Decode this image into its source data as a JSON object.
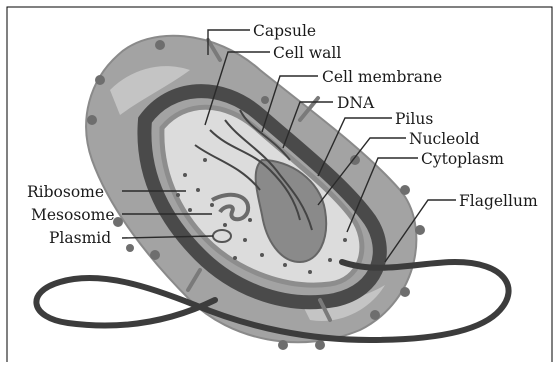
{
  "diagram": {
    "labels": {
      "capsule": "Capsule",
      "cell_wall": "Cell wall",
      "cell_membrane": "Cell membrane",
      "dna": "DNA",
      "pilus": "Pilus",
      "nucleoid": "Nucleold",
      "cytoplasm": "Cytoplasm",
      "flagellum": "Flagellum",
      "ribosome": "Ribosome",
      "mesosome": "Mesosome",
      "plasmid": "Plasmid"
    },
    "colors": {
      "capsule": "#9b9b9b",
      "cell_wall": "#4a4a4a",
      "cytoplasm": "#dcdcdc",
      "nucleoid": "#7a7a7a",
      "flagellum": "#3c3c3c",
      "leader": "#2a2a2a",
      "frame": "#000000"
    }
  }
}
